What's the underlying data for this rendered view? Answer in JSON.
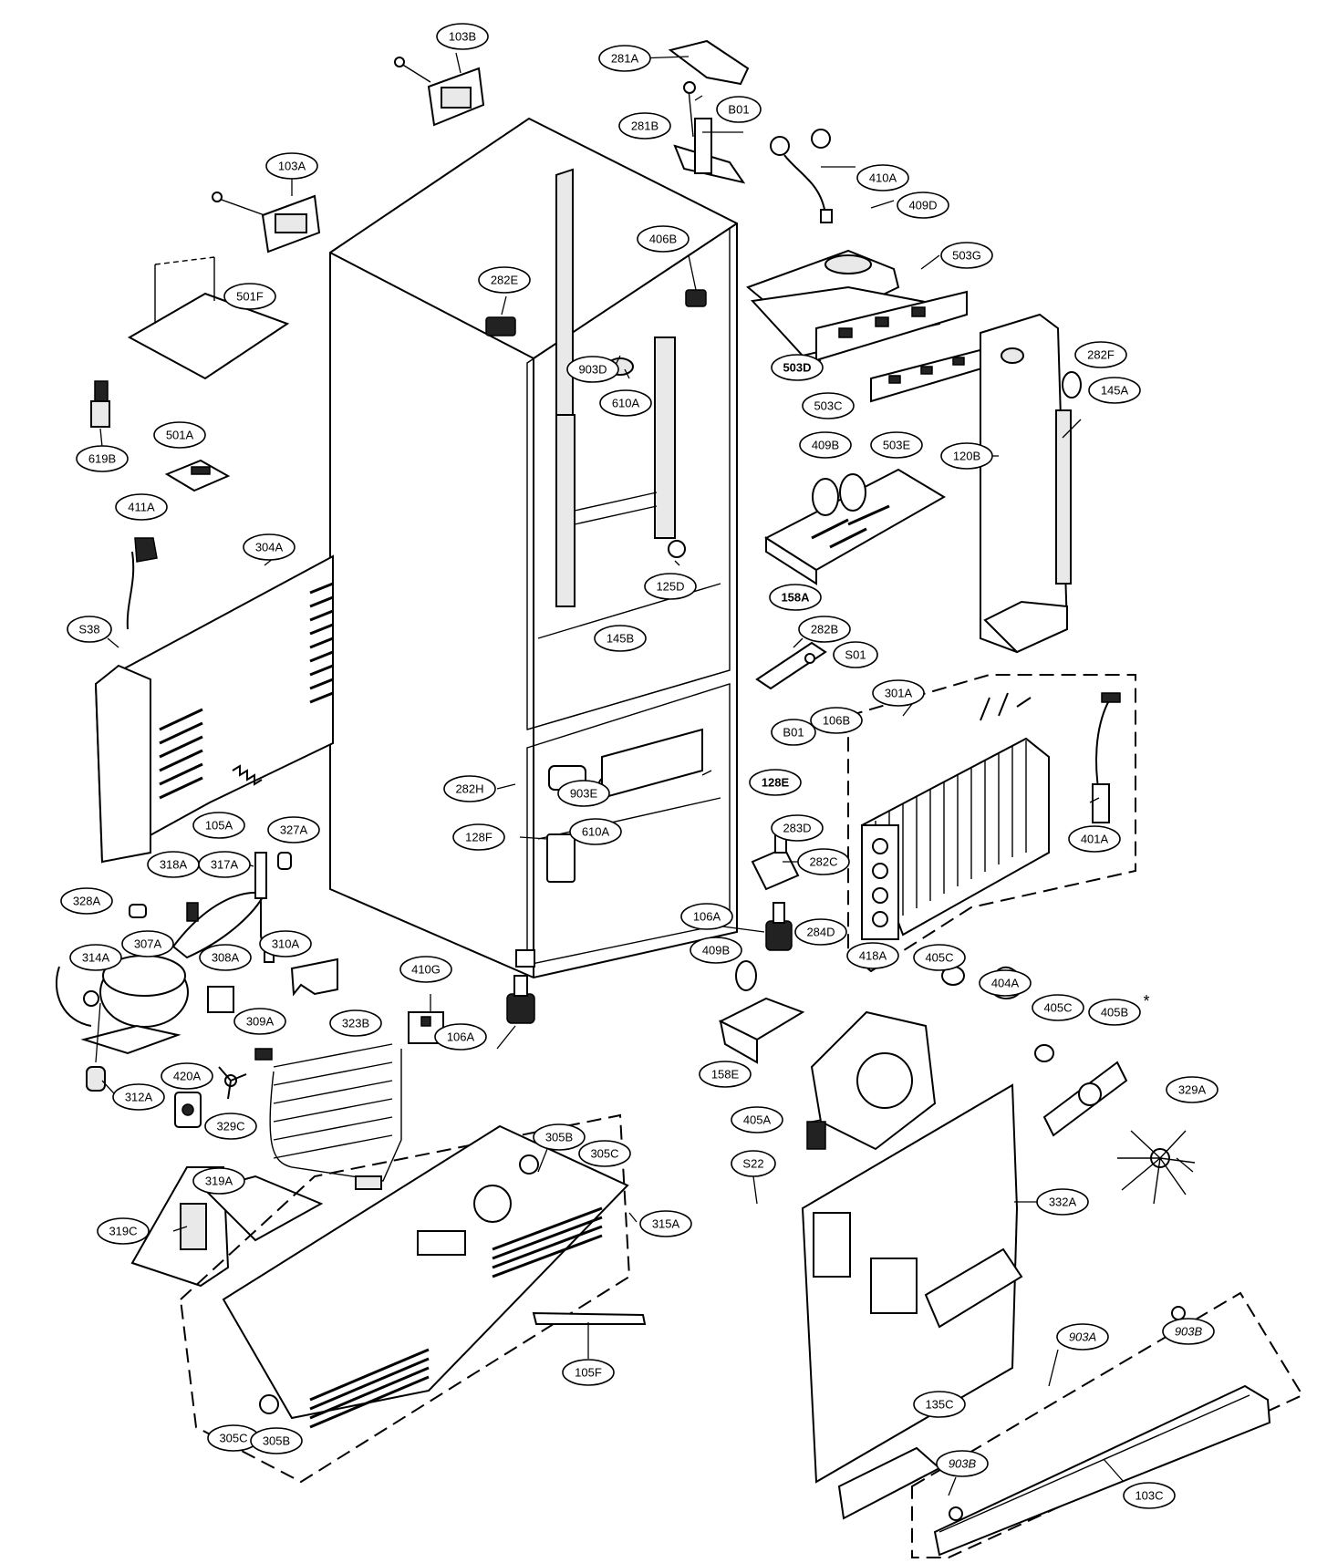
{
  "labels": {
    "l103B": "103B",
    "l281A": "281A",
    "lB01a": "B01",
    "l281B": "281B",
    "l410A": "410A",
    "l409D": "409D",
    "l103A": "103A",
    "l501F": "501F",
    "l406B": "406B",
    "l282E": "282E",
    "l503G": "503G",
    "l903D": "903D",
    "l610Aa": "610A",
    "l503D": "503D",
    "l503C": "503C",
    "l282F": "282F",
    "l145A": "145A",
    "l619B": "619B",
    "l501A": "501A",
    "l409Ba": "409B",
    "l503E": "503E",
    "l120B": "120B",
    "l411A": "411A",
    "l304A": "304A",
    "l125D": "125D",
    "l158A": "158A",
    "l145B": "145B",
    "lS38": "S38",
    "l282B": "282B",
    "lS01": "S01",
    "l301A": "301A",
    "lB01b": "B01",
    "l106B": "106B",
    "l282H": "282H",
    "l128E": "128E",
    "l903E": "903E",
    "l105A": "105A",
    "l327A": "327A",
    "l128F": "128F",
    "l610Ab": "610A",
    "l283D": "283D",
    "l282C": "282C",
    "l401A": "401A",
    "l318A": "318A",
    "l317A": "317A",
    "l328A": "328A",
    "l284D": "284D",
    "l106Aa": "106A",
    "l314A": "314A",
    "l307A": "307A",
    "l310A": "310A",
    "l308A": "308A",
    "l410G": "410G",
    "l409Bb": "409B",
    "l418A": "418A",
    "l405Ca": "405C",
    "l404A": "404A",
    "l405B": "405B",
    "l405Cb": "405C",
    "l309A": "309A",
    "l323B": "323B",
    "l106Ab": "106A",
    "l158E": "158E",
    "l329A": "329A",
    "l420A": "420A",
    "l312A": "312A",
    "l329C": "329C",
    "l405A": "405A",
    "l305Ba": "305B",
    "l305Ca": "305C",
    "lS22": "S22",
    "l319A": "319A",
    "l319C": "319C",
    "l315A": "315A",
    "l332A": "332A",
    "l903Ba": "903B",
    "l105F": "105F",
    "l135C": "135C",
    "l903A": "903A",
    "l305Cb": "305C",
    "l305Bb": "305B",
    "l903Bb": "903B",
    "l103C": "103C"
  },
  "asterisk": "*"
}
